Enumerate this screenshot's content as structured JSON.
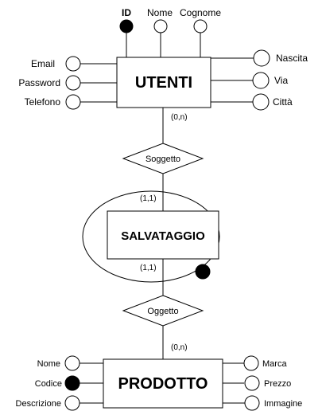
{
  "entities": {
    "utenti": "UTENTI",
    "salvataggio": "SALVATAGGIO",
    "prodotto": "PRODOTTO"
  },
  "relationships": {
    "soggetto": "Soggetto",
    "oggetto": "Oggetto"
  },
  "cardinalities": {
    "utenti_soggetto": "(0,n)",
    "soggetto_salvataggio": "(1,1)",
    "salvataggio_oggetto": "(1,1)",
    "oggetto_prodotto": "(0,n)"
  },
  "utenti_attributes": {
    "id": "ID",
    "nome": "Nome",
    "cognome": "Cognome",
    "email": "Email",
    "password": "Password",
    "telefono": "Telefono",
    "nascita": "Nascita",
    "via": "Via",
    "citta": "Città"
  },
  "prodotto_attributes": {
    "nome": "Nome",
    "codice": "Codice",
    "descrizione": "Descrizione",
    "marca": "Marca",
    "prezzo": "Prezzo",
    "immagine": "Immagine"
  }
}
